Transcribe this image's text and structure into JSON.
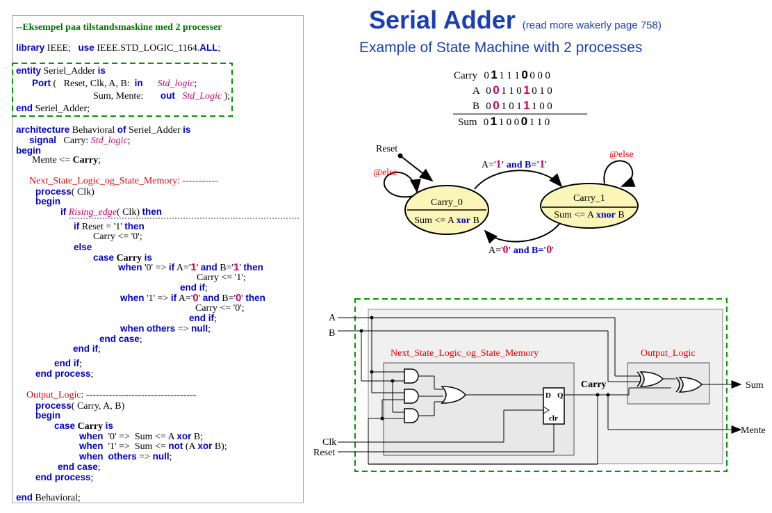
{
  "title": {
    "main": "Serial Adder",
    "note": "(read more wakerly page 758)",
    "subtitle": "Example of State Machine with 2 processes"
  },
  "code": {
    "comment": "--Eksempel paa tilstandsmaskine med 2 processer",
    "library": {
      "kw1": "library",
      "lib": " IEEE;   ",
      "kw2": "use",
      "pkg": " IEEE.STD_LOGIC_1164.",
      "kw3": "ALL",
      "end": ";"
    },
    "entity_kw": "entity",
    "entity_name": " Seriel_Adder ",
    "is_kw": "is",
    "port_kw": "Port",
    "port_in_sig": " (   Reset, Clk, A, B:  ",
    "in_kw": "in",
    "std_logic_1": "Std_logic",
    "semi": ";",
    "port_out_sig": "Sum, Mente:       ",
    "out_kw": "out",
    "std_logic_2": "Std_Logic",
    "port_close": " );",
    "end_kw": "end",
    "end_entity": " Seriel_Adder;",
    "arch_kw": "architecture",
    "arch_name": " Behavioral ",
    "of_kw": "of",
    "arch_ent": " Seriel_Adder ",
    "signal_kw": "signal",
    "signal_name": "   Carry: ",
    "std_logic_3": "Std_logic",
    "begin_kw": "begin",
    "mente_assign": "Mente <= ",
    "carry_bold": "Carry",
    "next_state_label": "Next_State_Logic_og_State_Memory",
    "next_state_tail": ": -----------",
    "process_kw": "process",
    "process1_args": "( Clk)",
    "if_kw": "if",
    "rising_edge": "Rising_edge",
    "rising_args": "( Clk) ",
    "then_kw": "then",
    "reset_cond": " Reset = '1' ",
    "carry_gets_0": "Carry <= '0';",
    "else_kw": "else",
    "case_kw": "case",
    "carry_is": " Carry ",
    "when_kw": "when",
    "w0": " '0' => ",
    "cond_a": " A='",
    "one": "1",
    "zero": "0",
    "and_kw": "and",
    "cond_b": " B='",
    "close_q": "' ",
    "carry_gets_1": "Carry <= '1';",
    "end_if": "end if",
    "w1": " '1' => ",
    "others_kw": "others",
    "null_kw": "null",
    "arrow": " => ",
    "end_case": "end case",
    "end_process": "end process",
    "output_label": "Output_Logic",
    "output_tail": ": ----------------------------------",
    "process2_args": "( Carry, A, B)",
    "when0_sum": "  '0' =>  Sum <= A ",
    "xor_kw": "xor",
    "b_semi": " B;",
    "when1_sum": "  '1' =>  Sum <= ",
    "not_kw": "not",
    "paren_a": " (A ",
    "b_close": " B);",
    "end_behavioral": " Behavioral;"
  },
  "truth_table": {
    "rows": [
      {
        "label": "Carry",
        "bits": [
          "0",
          "1",
          "1",
          "1",
          "1",
          "0",
          "0",
          "0",
          "0"
        ]
      },
      {
        "label": "A",
        "bits": [
          "0",
          "0",
          "1",
          "1",
          "0",
          "1",
          "0",
          "1",
          "0"
        ]
      },
      {
        "label": "B",
        "bits": [
          "0",
          "0",
          "1",
          "0",
          "1",
          "1",
          "1",
          "0",
          "0"
        ]
      },
      {
        "label": "Sum",
        "bits": [
          "0",
          "1",
          "1",
          "0",
          "0",
          "0",
          "1",
          "1",
          "0"
        ]
      }
    ]
  },
  "state_diagram": {
    "reset_label": "Reset",
    "else_label": "@else",
    "state0_name": "Carry_0",
    "state0_action": "Sum <= A ",
    "state0_op": "xor",
    "state0_tail": " B",
    "state1_name": "Carry_1",
    "state1_action": "Sum <= A ",
    "state1_op": "xnor",
    "state1_tail": " B",
    "t01_a": "A='",
    "t01_v": "1",
    "t01_mid": "' and B='",
    "t01_end": "'",
    "t10_a": "A='",
    "t10_v": "0",
    "t10_mid": "' and B='",
    "t10_end": "'"
  },
  "schematic": {
    "in_a": "A",
    "in_b": "B",
    "in_clk": "Clk",
    "in_reset": "Reset",
    "block_next": "Next_State_Logic_og_State_Memory",
    "block_out": "Output_Logic",
    "ff_d": "D",
    "ff_q": "Q",
    "ff_clr": "clr",
    "carry": "Carry",
    "out_sum": "Sum",
    "out_mente": "Mente"
  },
  "colors": {
    "keyword": "#0000cc",
    "type": "#cc0066",
    "label_red": "#ee0000",
    "comment_green": "#007700",
    "title_blue": "#1a3fb5",
    "dashed_green": "#009900",
    "state_fill": "#fbf5b8"
  }
}
